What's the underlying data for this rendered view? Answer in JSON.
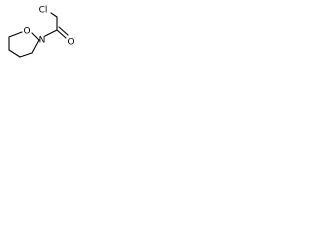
{
  "structure": {
    "atoms": {
      "chlorine": "Cl",
      "carbonyl_oxygen": "O",
      "ring_oxygen": "O",
      "ring_nitrogen": "N"
    },
    "colors": {
      "bond": "#000000",
      "label": "#000000",
      "background": "#ffffff"
    }
  }
}
